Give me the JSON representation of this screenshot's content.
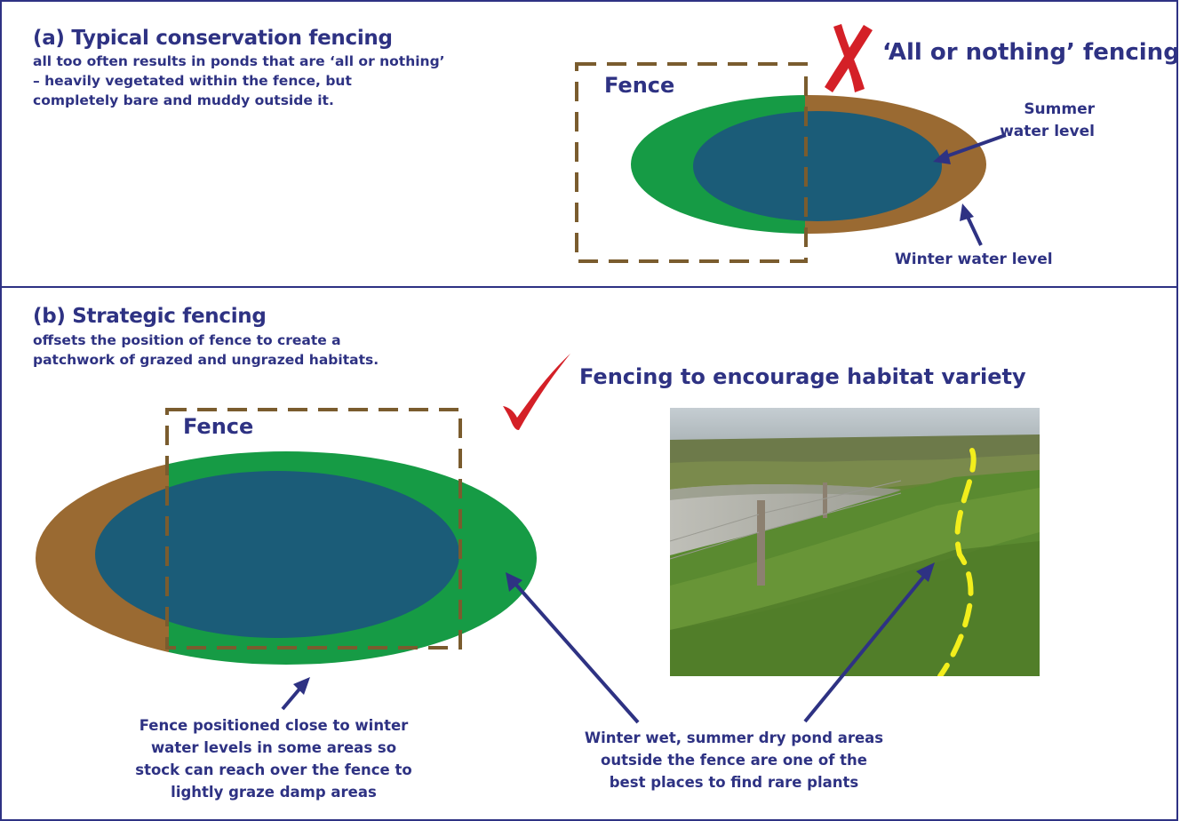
{
  "panel_a": {
    "title": "(a) Typical conservation fencing",
    "description": "all too often results in ponds that are ‘all or nothing’\n– heavily vegetated within the fence, but\ncompletely bare and muddy outside it.",
    "heading": "‘All or nothing’ fencing",
    "fence_label": "Fence",
    "summer_label": "Summer\nwater level",
    "winter_label": "Winter water level",
    "mark_icon": "cross-icon"
  },
  "panel_b": {
    "title": "(b) Strategic fencing",
    "description": "offsets the position of fence to create a\npatchwork of grazed and ungrazed habitats.",
    "heading": "Fencing to encourage habitat variety",
    "fence_label": "Fence",
    "fence_note": "Fence positioned close to winter\nwater levels in some areas so\nstock can reach over the fence to\nlightly graze damp areas",
    "wet_note": "Winter wet, summer dry pond areas\noutside the fence are one of the\nbest places to find rare plants",
    "mark_icon": "check-icon"
  },
  "colors": {
    "border": "#2e3283",
    "text": "#2e3283",
    "water": "#1b5c78",
    "vegetation": "#169b45",
    "mud": "#9a6a32",
    "fence": "#7a5c2e",
    "mark": "#d42027",
    "photo_highlight": "#f2ee1c"
  }
}
